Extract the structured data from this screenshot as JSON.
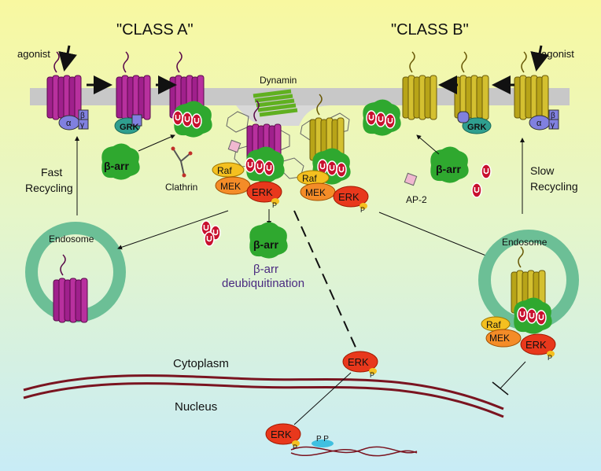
{
  "headers": {
    "class_a": "\"CLASS A\"",
    "class_b": "\"CLASS B\""
  },
  "labels": {
    "agonist_left": "agonist",
    "agonist_right": "agonist",
    "dynamin": "Dynamin",
    "grk": "GRK",
    "barr": "β-arr",
    "clathrin": "Clathrin",
    "raf": "Raf",
    "mek": "MEK",
    "erk": "ERK",
    "p": "P",
    "pp": "P P",
    "ub": "U",
    "alpha": "α",
    "beta": "β",
    "gamma": "γ",
    "ap2": "AP-2",
    "fast_recycling_1": "Fast",
    "fast_recycling_2": "Recycling",
    "slow_recycling_1": "Slow",
    "slow_recycling_2": "Recycling",
    "endosome_left": "Endosome",
    "endosome_right": "Endosome",
    "deubiq_1": "β-arr",
    "deubiq_2": "deubiquitination",
    "cytoplasm": "Cytoplasm",
    "nucleus": "Nucleus"
  },
  "colors": {
    "background_top": "#f8f8a0",
    "background_bottom": "#cdeef6",
    "membrane": "#c8c8c8",
    "receptor_a": "#a0208c",
    "receptor_b": "#b8a418",
    "barr": "#2fa82f",
    "erk": "#e8381c",
    "raf": "#f4c020",
    "g_protein": "#8080e0",
    "ubiquitin": "#c8102e",
    "endosome_ring": "#6cbf96",
    "nuclear_envelope": "#7a1420",
    "dynamin": "#90e040"
  }
}
